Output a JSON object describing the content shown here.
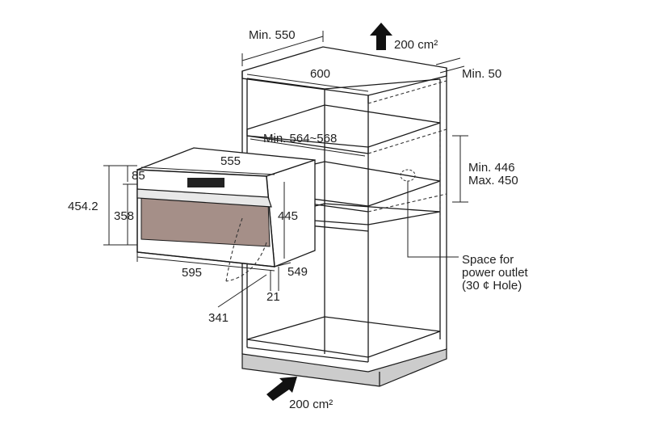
{
  "labels": {
    "min_550": "Min. 550",
    "top_vent": "200 cm²",
    "min_50": "Min. 50",
    "width_600": "600",
    "min_564_568": "Min. 564~568",
    "min_446": "Min. 446",
    "max_450": "Max. 450",
    "w_555": "555",
    "h_85": "85",
    "h_454_2": "454.2",
    "h_358": "358",
    "h_445": "445",
    "w_595": "595",
    "d_549": "549",
    "d_21": "21",
    "r_341": "341",
    "outlet_line1": "Space for",
    "outlet_line2": "power outlet",
    "outlet_line3": "(30 ¢ Hole)",
    "bottom_vent": "200 cm²"
  },
  "colors": {
    "line": "#1a1a1a",
    "door_glass": "#a58f88",
    "plinth": "#cccccc",
    "arrow": "#111111"
  }
}
